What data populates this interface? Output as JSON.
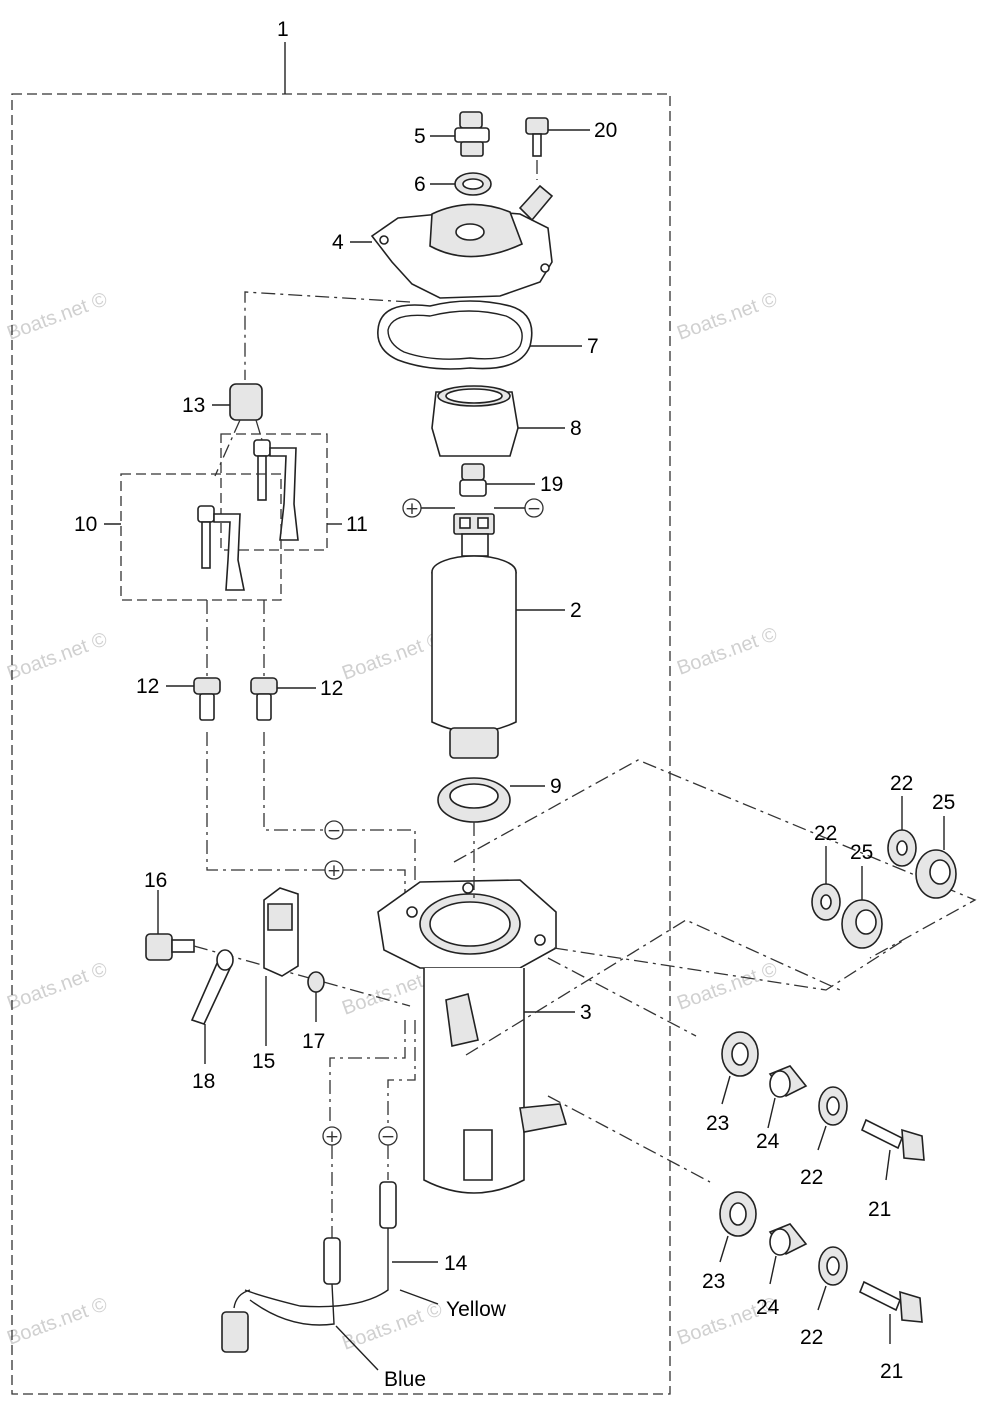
{
  "assembly_label": "1",
  "callouts": {
    "c2": "2",
    "c3": "3",
    "c4": "4",
    "c5": "5",
    "c6": "6",
    "c7": "7",
    "c8": "8",
    "c9": "9",
    "c10": "10",
    "c11": "11",
    "c12a": "12",
    "c12b": "12",
    "c13": "13",
    "c14": "14",
    "c15": "15",
    "c16": "16",
    "c17": "17",
    "c18": "18",
    "c19": "19",
    "c20": "20",
    "c21a": "21",
    "c21b": "21",
    "c22a": "22",
    "c22b": "22",
    "c22c": "22",
    "c22d": "22",
    "c23a": "23",
    "c23b": "23",
    "c24a": "24",
    "c24b": "24",
    "c25a": "25",
    "c25b": "25"
  },
  "wire_labels": {
    "yellow": "Yellow",
    "blue": "Blue"
  },
  "polarity": {
    "plus": "+",
    "minus": "−"
  },
  "watermark": "Boats.net ©"
}
